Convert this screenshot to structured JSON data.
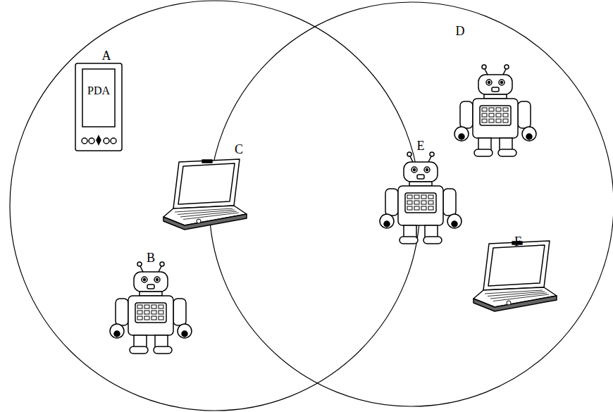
{
  "diagram": {
    "labels": [
      "A",
      "PDA",
      "B",
      "C",
      "D",
      "E",
      "F"
    ]
  }
}
